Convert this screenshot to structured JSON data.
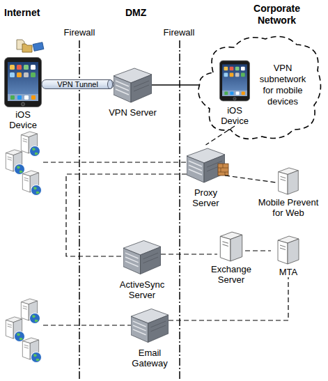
{
  "diagram": {
    "nodes": [
      {
        "text": [
          "iOS Device"
        ]
      },
      {
        "text": [
          "VPN Server"
        ]
      },
      {
        "text": [
          "VPN subnetwork for mobile devices"
        ]
      },
      {
        "text": [
          "iOS Device"
        ],
        "in": 2
      },
      {
        "text": [
          "Proxy Server"
        ]
      },
      {
        "text": [
          "Mobile Prevent for Web"
        ]
      },
      {
        "text": [
          "ActiveSync Server"
        ]
      },
      {
        "text": [
          "Exchange Server"
        ]
      },
      {
        "text": [
          "MTA"
        ]
      },
      {
        "text": [
          "Email Gateway"
        ]
      }
    ],
    "edges": [
      {
        "from": 0,
        "to": 1,
        "arrow": "none",
        "label": "VPN Tunnel"
      },
      {
        "from": 1,
        "to": 2,
        "arrow": "none"
      },
      {
        "from": 3,
        "to": 4,
        "arrow": "none"
      },
      {
        "from": 4,
        "to": 5,
        "arrow": "none"
      },
      {
        "from": 4,
        "to": 6,
        "arrow": "none"
      },
      {
        "from": 6,
        "to": 7,
        "arrow": "none"
      },
      {
        "from": 7,
        "to": 8,
        "arrow": "none"
      },
      {
        "from": 9,
        "to": 8,
        "arrow": "none"
      }
    ],
    "labels": [
      "Internet",
      "DMZ",
      "Corporate Network",
      "Firewall",
      "Firewall"
    ]
  }
}
